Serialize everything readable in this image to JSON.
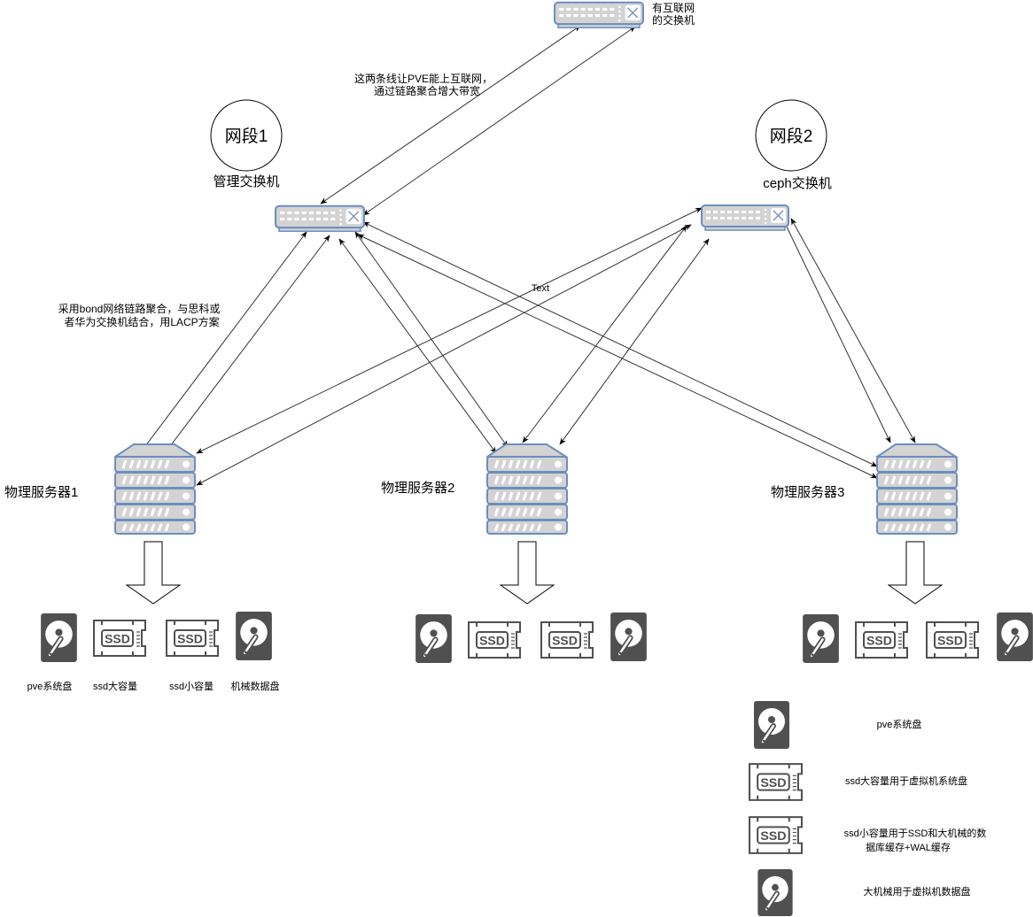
{
  "internet_switch": {
    "label_line1": "有互联网",
    "label_line2": "的交换机"
  },
  "internet_note": {
    "line1": "这两条线让PVE能上互联网，",
    "line2": "通过链路聚合增大带宽"
  },
  "segment1": {
    "circle": "网段1",
    "switch_label": "管理交换机"
  },
  "segment2": {
    "circle": "网段2",
    "switch_label": "ceph交换机"
  },
  "bond_note": {
    "line1": "采用bond网络链路聚合，与思科或",
    "line2": "者华为交换机结合，用LACP方案"
  },
  "text_label": "Text",
  "servers": [
    {
      "label": "物理服务器1"
    },
    {
      "label": "物理服务器2"
    },
    {
      "label": "物理服务器3"
    }
  ],
  "disk_labels": [
    "pve系统盘",
    "ssd大容量",
    "ssd小容量",
    "机械数据盘"
  ],
  "ssd_text": "SSD",
  "legend": [
    {
      "icon": "hdd-icon",
      "text": "pve系统盘"
    },
    {
      "icon": "ssd-icon",
      "text": "ssd大容量用于虚拟机系统盘"
    },
    {
      "icon": "ssd-icon",
      "line1": "ssd小容量用于SSD和大机械的数",
      "line2": "据库缓存+WAL缓存"
    },
    {
      "icon": "hdd-icon",
      "text": "大机械用于虚拟机数据盘"
    }
  ],
  "colors": {
    "device_fill": "#d3d3d3",
    "device_stroke": "#6c8ebf",
    "disk": "#505050"
  }
}
